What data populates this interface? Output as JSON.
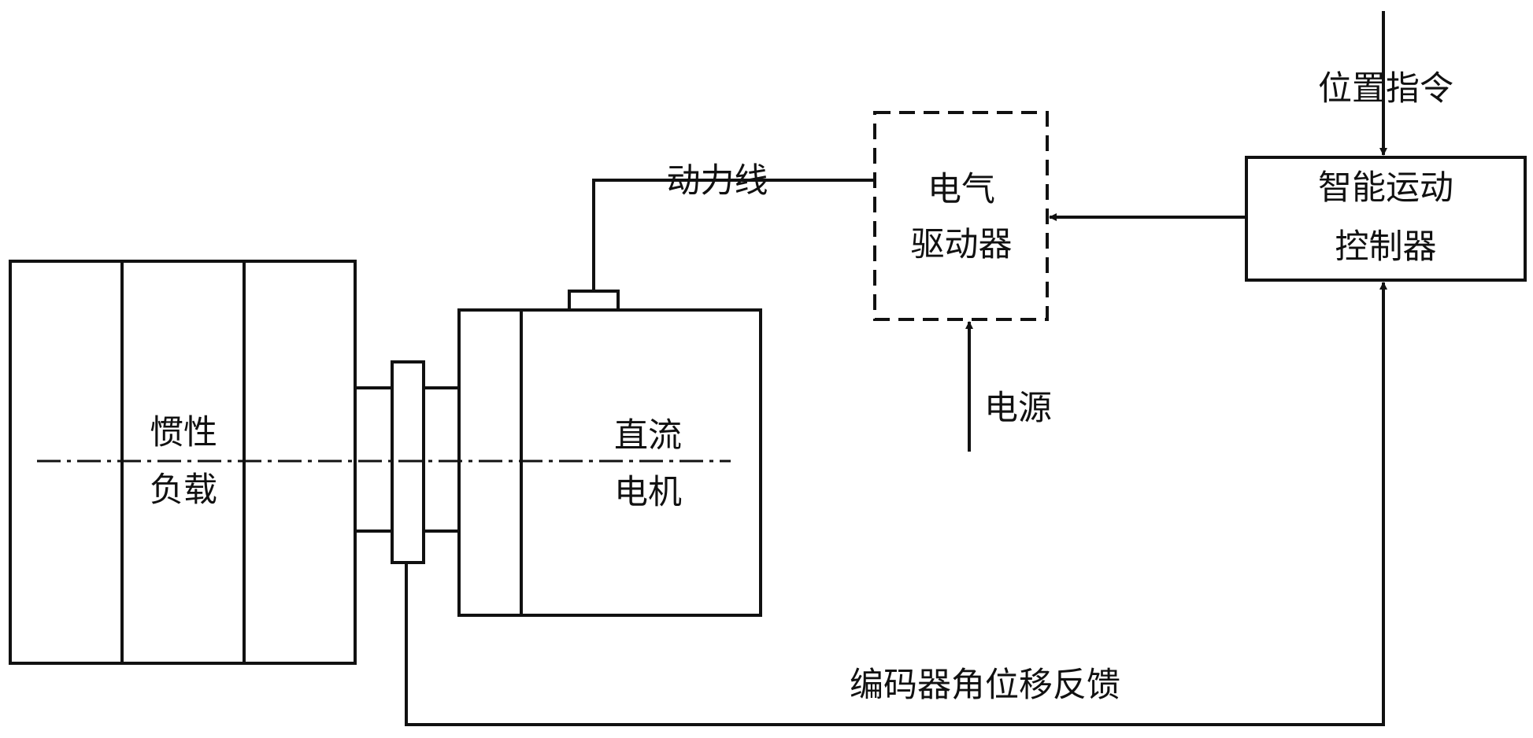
{
  "colors": {
    "line": "#111111",
    "background": "#ffffff"
  },
  "inertia_load": {
    "line1": "惯性",
    "line2": "负载"
  },
  "dc_motor": {
    "line1": "直流",
    "line2": "电机"
  },
  "driver": {
    "line1": "电气",
    "line2": "驱动器"
  },
  "controller": {
    "line1": "智能运动",
    "line2": "控制器"
  },
  "labels": {
    "power_line": "动力线",
    "power_supply": "电源",
    "position_command": "位置指令",
    "encoder_feedback": "编码器角位移反馈"
  }
}
